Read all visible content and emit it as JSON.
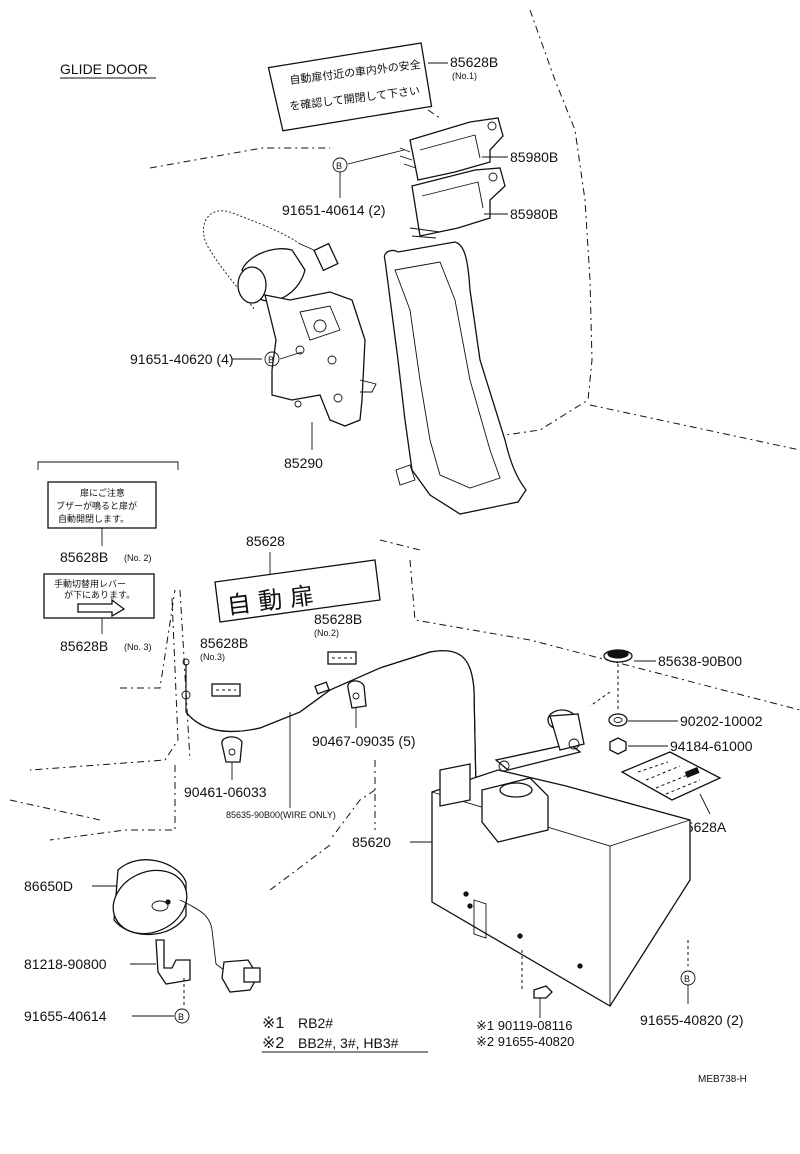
{
  "title": "GLIDE DOOR",
  "figure_code": "MEB738-H",
  "circle_b": "B",
  "labels": {
    "p85628B_top": "85628B",
    "p85628B_top_sub": "(No.1)",
    "p85980B_a": "85980B",
    "p85980B_b": "85980B",
    "p91651_40614": "91651-40614 (2)",
    "p91651_40620": "91651-40620 (4)",
    "p85290": "85290",
    "p85628B_no2_left": "85628B",
    "p85628B_no2_left_sub": "(No. 2)",
    "p85628B_no3_left": "85628B",
    "p85628B_no3_left_sub": "(No. 3)",
    "p85628": "85628",
    "p85628B_no3_mid": "85628B",
    "p85628B_no3_mid_sub": "(No.3)",
    "p85628B_no2_mid": "85628B",
    "p85628B_no2_mid_sub": "(No.2)",
    "p85638_90B00": "85638-90B00",
    "p90202_10002": "90202-10002",
    "p94184_61000": "94184-61000",
    "p90467_09035": "90467-09035 (5)",
    "p90461_06033": "90461-06033",
    "p85635": "85635-90B00(WIRE ONLY)",
    "p85628A": "85628A",
    "p85620": "85620",
    "p86650D": "86650D",
    "p81218": "81218-90800",
    "p91655_40614": "91655-40614",
    "p91655_40820": "91655-40820 (2)",
    "p90119": "※1 90119-08116",
    "p91655_40820_b": "※2 91655-40820"
  },
  "notes": {
    "note1_mark": "※1",
    "note1_text": "RB2#",
    "note2_mark": "※2",
    "note2_text": "BB2#, 3#, HB3#"
  },
  "decals": {
    "no1_line1": "自動扉付近の車内外の安全",
    "no1_line2": "を確認して開閉して下さい",
    "no2_line1": "扉にご注意",
    "no2_line2": "ブザーが鳴ると扉が",
    "no2_line3": "自動開閉します。",
    "no3_line1": "手動切替用レバー",
    "no3_line2": "が下にあります。",
    "main_sign": "自 動 扉"
  }
}
